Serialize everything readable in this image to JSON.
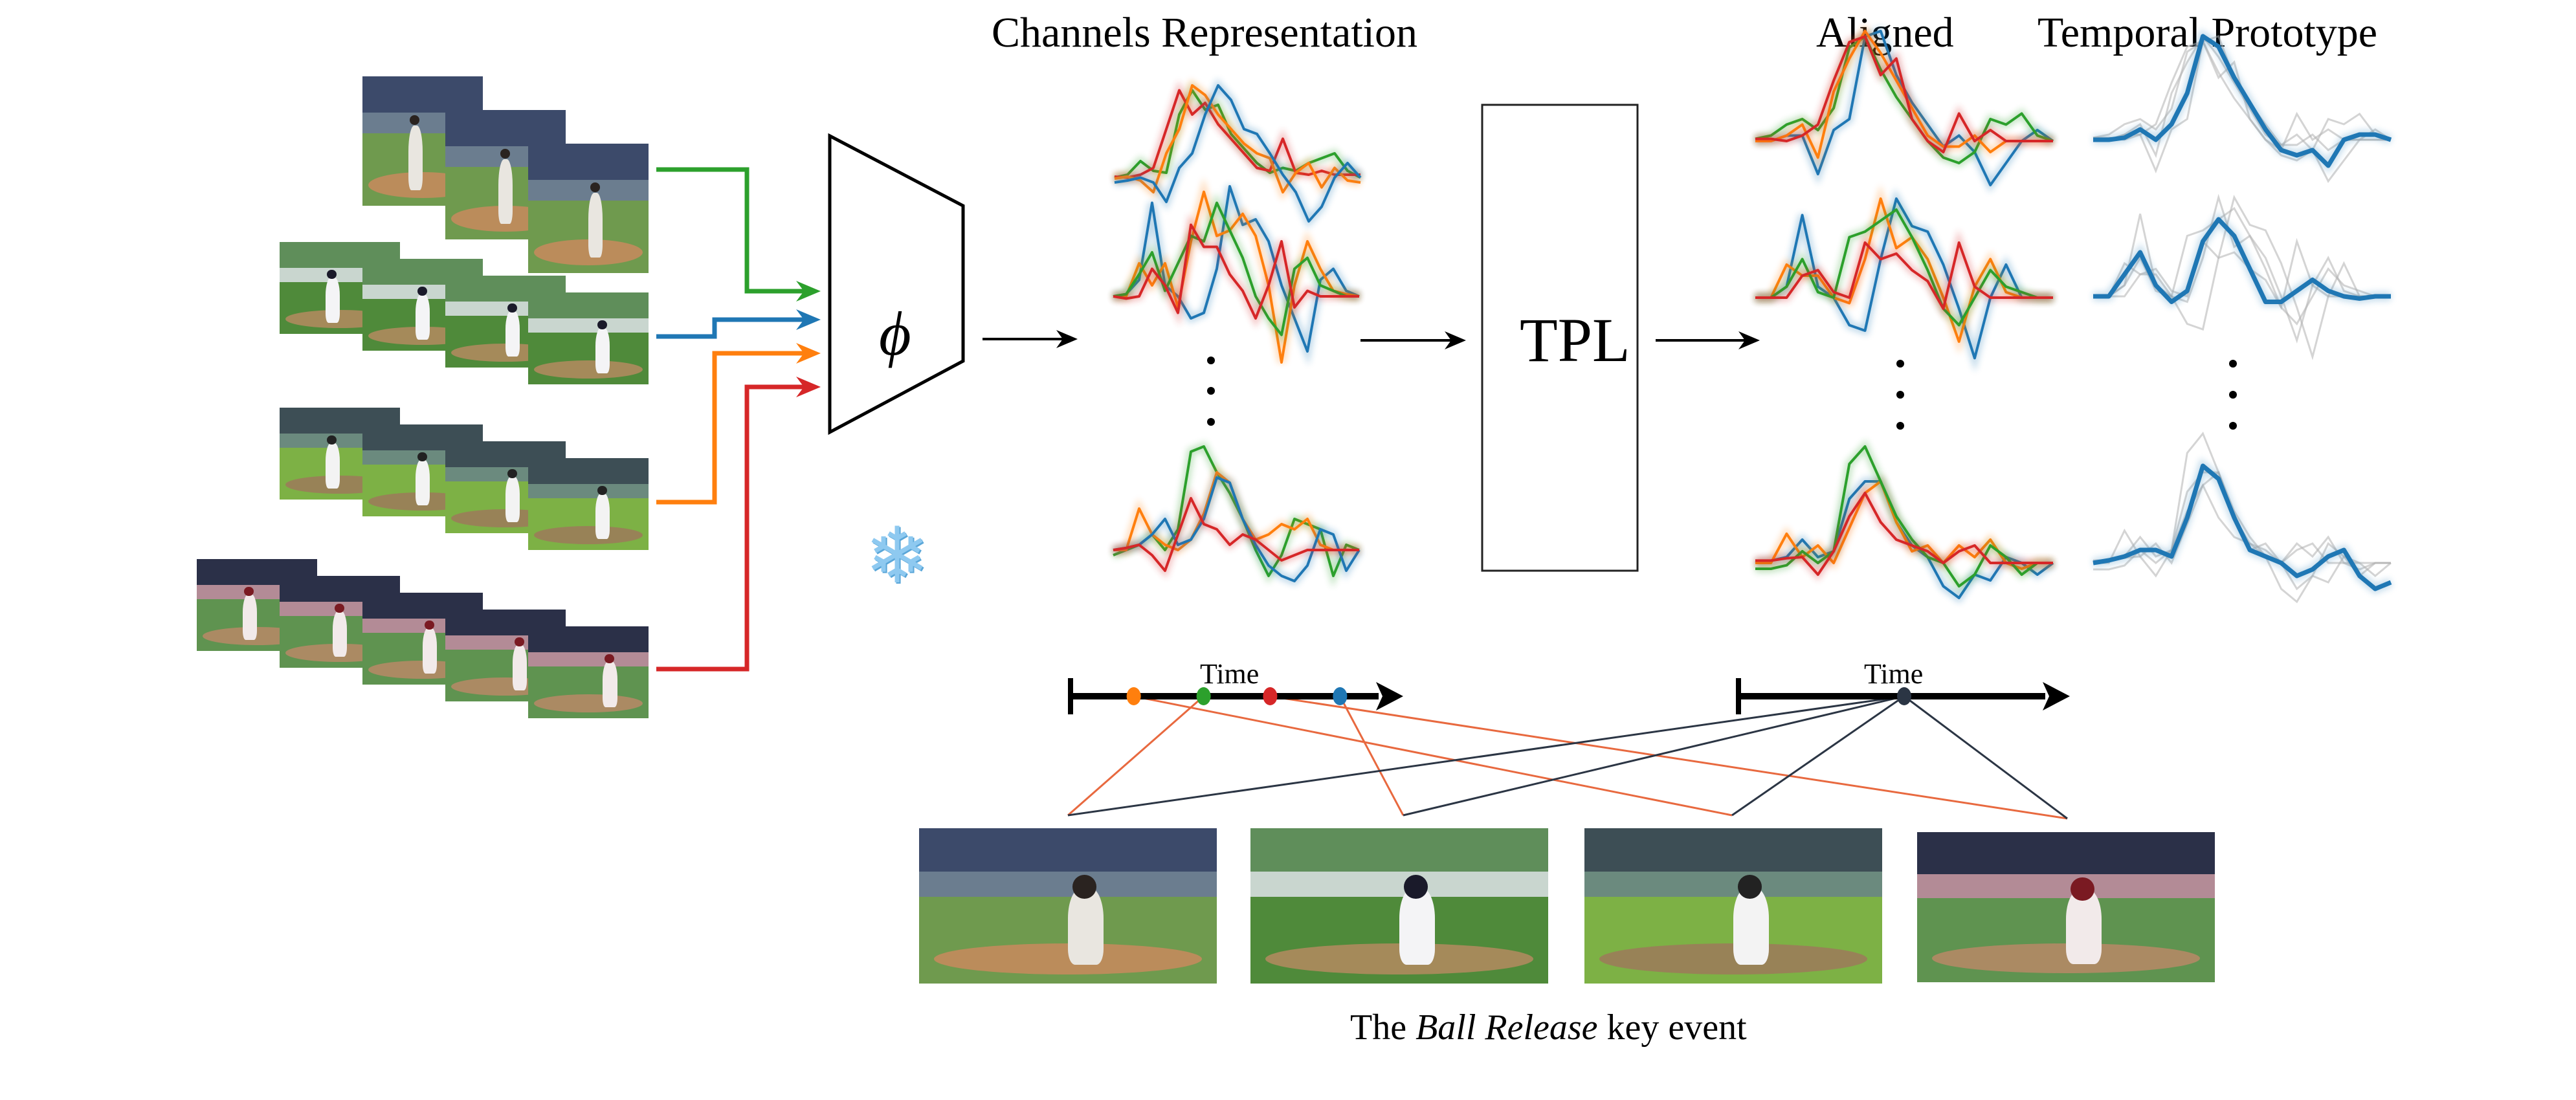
{
  "titles": {
    "channels": "Channels Representation",
    "aligned": "Aligned",
    "prototype": "Temporal Prototype"
  },
  "encoder": {
    "symbol": "ϕ",
    "frozen_icon": "snowflake-icon",
    "frozen_glyph": "❄"
  },
  "module": {
    "label": "TPL"
  },
  "timelines": {
    "left_label": "Time",
    "right_label": "Time"
  },
  "caption": {
    "prefix": "The ",
    "emphasis": "Ball Release",
    "suffix": " key event"
  },
  "colors": {
    "green": "#2ca02c",
    "blue": "#1f77b4",
    "orange": "#ff7f0e",
    "red": "#d62728",
    "prototype": "#1f77b4",
    "prototype_faint": "#b0b0b0",
    "link_orange": "#e8693f",
    "link_dark": "#2b3544",
    "anchor_dark": "#2b3544"
  },
  "input_videos": [
    {
      "id": "video-1",
      "stream_color": "green",
      "frames": 3,
      "scene": "practice-field"
    },
    {
      "id": "video-2",
      "stream_color": "blue",
      "frames": 4,
      "scene": "bullpen-day"
    },
    {
      "id": "video-3",
      "stream_color": "orange",
      "frames": 4,
      "scene": "bullpen-evening"
    },
    {
      "id": "video-4",
      "stream_color": "red",
      "frames": 5,
      "scene": "stadium-broadcast"
    }
  ],
  "key_event_frames": [
    {
      "id": "video-1-release",
      "scene": "practice-field"
    },
    {
      "id": "video-2-release",
      "scene": "bullpen-day"
    },
    {
      "id": "video-3-release",
      "scene": "bullpen-evening"
    },
    {
      "id": "video-4-release",
      "scene": "stadium-broadcast"
    }
  ],
  "left_timeline_markers": [
    {
      "color": "orange",
      "t": 0.19
    },
    {
      "color": "green",
      "t": 0.4
    },
    {
      "color": "red",
      "t": 0.6
    },
    {
      "color": "blue",
      "t": 0.81
    }
  ],
  "right_timeline_marker": {
    "color": "anchor_dark",
    "t": 0.5
  },
  "ellipsis": "⋮",
  "chart_data": {
    "type": "line",
    "title": "Channels Representation / Aligned / Temporal Prototype",
    "xlabel": "Time",
    "ylabel": "",
    "note": "Schematic per-channel activation curves for four videos; values are normalized (0-1), read approximately from the figure.",
    "channels_raw": [
      {
        "name": "channel-1",
        "series": [
          {
            "name": "green",
            "values": [
              0.05,
              0.08,
              0.22,
              0.12,
              0.1,
              0.7,
              0.95,
              0.75,
              0.8,
              0.5,
              0.35,
              0.2,
              0.1,
              0.15,
              0.12,
              0.2,
              0.25,
              0.3,
              0.12,
              0.05
            ]
          },
          {
            "name": "red",
            "values": [
              0.06,
              0.05,
              0.08,
              0.15,
              0.55,
              0.95,
              0.7,
              0.82,
              0.6,
              0.45,
              0.3,
              0.15,
              0.12,
              0.45,
              0.1,
              0.08,
              0.12,
              0.08,
              0.08,
              0.08
            ]
          },
          {
            "name": "orange",
            "values": [
              0.04,
              0.06,
              0.02,
              -0.1,
              0.3,
              0.55,
              1.0,
              0.9,
              0.7,
              0.55,
              0.4,
              0.3,
              0.25,
              -0.1,
              0.1,
              0.2,
              -0.05,
              0.15,
              0.02,
              0.0
            ]
          },
          {
            "name": "blue",
            "values": [
              0.0,
              0.02,
              0.05,
              0.0,
              -0.2,
              0.15,
              0.3,
              0.7,
              1.0,
              0.85,
              0.55,
              0.5,
              0.3,
              0.08,
              -0.1,
              -0.4,
              -0.25,
              0.05,
              0.2,
              0.05
            ]
          }
        ]
      },
      {
        "name": "channel-2",
        "series": [
          {
            "name": "blue",
            "values": [
              0.0,
              0.02,
              0.15,
              0.85,
              0.1,
              0.0,
              -0.2,
              -0.15,
              0.25,
              1.0,
              0.65,
              0.7,
              0.5,
              0.1,
              -0.2,
              -0.5,
              0.15,
              0.25,
              0.05,
              0.0
            ]
          },
          {
            "name": "orange",
            "values": [
              0.0,
              0.0,
              0.3,
              0.1,
              0.3,
              -0.1,
              0.5,
              0.95,
              0.55,
              0.6,
              0.75,
              0.55,
              0.1,
              -0.6,
              0.1,
              0.5,
              0.25,
              0.05,
              0.02,
              0.0
            ]
          },
          {
            "name": "green",
            "values": [
              0.0,
              0.02,
              0.2,
              0.4,
              0.05,
              0.3,
              0.55,
              0.5,
              0.85,
              0.6,
              0.35,
              0.0,
              -0.2,
              -0.35,
              0.25,
              0.35,
              0.1,
              0.05,
              0.0,
              0.0
            ]
          },
          {
            "name": "red",
            "values": [
              0.0,
              -0.02,
              0.0,
              0.25,
              0.1,
              -0.15,
              0.65,
              0.45,
              0.45,
              0.2,
              0.05,
              -0.2,
              0.1,
              0.5,
              -0.1,
              0.05,
              0.0,
              0.0,
              0.0,
              0.0
            ]
          }
        ]
      },
      {
        "name": "channel-N",
        "series": [
          {
            "name": "green",
            "values": [
              -0.05,
              0.0,
              0.05,
              0.15,
              0.0,
              0.2,
              0.95,
              1.0,
              0.75,
              0.55,
              0.3,
              0.0,
              -0.25,
              -0.05,
              0.3,
              0.25,
              0.2,
              -0.25,
              0.05,
              0.0
            ]
          },
          {
            "name": "orange",
            "values": [
              0.0,
              0.0,
              0.4,
              0.15,
              0.05,
              0.0,
              0.1,
              0.35,
              0.75,
              0.65,
              0.3,
              0.1,
              0.15,
              0.25,
              0.2,
              0.3,
              0.05,
              0.0,
              0.0,
              0.0
            ]
          },
          {
            "name": "blue",
            "values": [
              0.0,
              0.02,
              0.05,
              0.15,
              0.3,
              0.05,
              0.1,
              0.3,
              0.7,
              0.65,
              0.3,
              0.05,
              -0.15,
              -0.25,
              -0.3,
              -0.15,
              0.2,
              0.15,
              -0.2,
              0.0
            ]
          },
          {
            "name": "red",
            "values": [
              0.0,
              0.02,
              0.05,
              -0.05,
              -0.2,
              0.15,
              0.5,
              0.25,
              0.2,
              0.05,
              0.15,
              0.1,
              0.0,
              -0.1,
              -0.05,
              0.0,
              0.0,
              0.0,
              0.0,
              0.0
            ]
          }
        ]
      }
    ],
    "channels_aligned": [
      {
        "name": "channel-1",
        "series": [
          {
            "name": "blue",
            "values": [
              0.0,
              0.0,
              0.05,
              0.05,
              -0.3,
              0.1,
              0.2,
              0.95,
              1.0,
              0.6,
              0.35,
              0.15,
              -0.05,
              0.05,
              -0.1,
              -0.4,
              -0.2,
              0.0,
              0.1,
              0.0
            ]
          },
          {
            "name": "green",
            "values": [
              0.02,
              0.05,
              0.15,
              0.2,
              0.1,
              0.3,
              0.85,
              0.95,
              0.65,
              0.4,
              0.2,
              0.0,
              -0.15,
              -0.2,
              -0.1,
              0.2,
              0.15,
              0.25,
              0.05,
              0.0
            ]
          },
          {
            "name": "orange",
            "values": [
              0.0,
              0.0,
              0.05,
              0.15,
              -0.15,
              0.45,
              0.75,
              1.0,
              0.8,
              0.55,
              0.3,
              0.05,
              -0.05,
              -0.05,
              0.05,
              -0.1,
              0.0,
              0.0,
              0.0,
              0.0
            ]
          },
          {
            "name": "red",
            "values": [
              0.02,
              0.02,
              0.0,
              0.05,
              0.15,
              0.55,
              0.9,
              0.95,
              0.6,
              0.75,
              0.2,
              0.0,
              -0.1,
              0.25,
              0.0,
              0.1,
              0.0,
              0.0,
              0.0,
              0.0
            ]
          }
        ]
      },
      {
        "name": "channel-2",
        "series": [
          {
            "name": "blue",
            "values": [
              0.0,
              0.0,
              0.1,
              0.75,
              0.1,
              0.0,
              -0.25,
              -0.3,
              0.35,
              0.9,
              0.65,
              0.6,
              0.3,
              -0.1,
              -0.55,
              0.0,
              0.3,
              0.0,
              0.0,
              0.0
            ]
          },
          {
            "name": "orange",
            "values": [
              0.0,
              0.0,
              0.3,
              0.2,
              0.2,
              0.0,
              -0.05,
              0.35,
              0.9,
              0.45,
              0.55,
              0.35,
              0.0,
              -0.4,
              0.1,
              0.35,
              0.05,
              0.0,
              0.0,
              0.0
            ]
          },
          {
            "name": "green",
            "values": [
              0.0,
              0.0,
              0.1,
              0.35,
              0.05,
              0.0,
              0.55,
              0.6,
              0.7,
              0.8,
              0.55,
              0.25,
              -0.1,
              -0.25,
              0.0,
              0.25,
              0.1,
              0.05,
              0.0,
              0.0
            ]
          },
          {
            "name": "red",
            "values": [
              0.0,
              0.0,
              0.0,
              0.2,
              0.25,
              0.05,
              0.0,
              0.5,
              0.35,
              0.4,
              0.25,
              0.15,
              -0.1,
              0.5,
              0.1,
              0.0,
              0.0,
              0.0,
              0.0,
              0.0
            ]
          }
        ]
      },
      {
        "name": "channel-N",
        "series": [
          {
            "name": "blue",
            "values": [
              0.0,
              0.02,
              0.05,
              0.2,
              0.05,
              0.1,
              0.55,
              0.7,
              0.7,
              0.35,
              0.15,
              0.05,
              -0.2,
              -0.3,
              -0.1,
              -0.15,
              0.05,
              0.0,
              -0.1,
              0.0
            ]
          },
          {
            "name": "orange",
            "values": [
              0.0,
              0.0,
              0.25,
              0.05,
              0.15,
              0.0,
              0.3,
              0.6,
              0.7,
              0.35,
              0.1,
              0.15,
              0.0,
              0.15,
              0.05,
              0.2,
              0.0,
              -0.05,
              0.0,
              0.0
            ]
          },
          {
            "name": "green",
            "values": [
              -0.05,
              -0.05,
              -0.02,
              0.1,
              0.0,
              0.1,
              0.85,
              1.0,
              0.7,
              0.4,
              0.2,
              0.05,
              0.0,
              -0.2,
              -0.1,
              0.15,
              0.05,
              -0.1,
              0.0,
              0.0
            ]
          },
          {
            "name": "red",
            "values": [
              0.02,
              0.02,
              0.04,
              0.05,
              -0.1,
              0.1,
              0.4,
              0.6,
              0.35,
              0.2,
              0.15,
              0.1,
              0.0,
              0.1,
              0.15,
              0.0,
              0.0,
              0.0,
              0.0,
              0.0
            ]
          }
        ]
      }
    ],
    "prototypes": [
      {
        "name": "channel-1",
        "values": [
          0.0,
          0.0,
          0.02,
          0.1,
          0.0,
          0.15,
          0.45,
          1.0,
          0.9,
          0.6,
          0.35,
          0.1,
          -0.1,
          -0.15,
          -0.1,
          -0.25,
          0.0,
          0.05,
          0.05,
          0.0
        ]
      },
      {
        "name": "channel-2",
        "values": [
          0.0,
          0.0,
          0.2,
          0.4,
          0.1,
          -0.05,
          0.05,
          0.5,
          0.7,
          0.55,
          0.25,
          -0.05,
          -0.05,
          0.05,
          0.15,
          0.05,
          0.0,
          -0.02,
          0.0,
          0.0
        ]
      },
      {
        "name": "channel-N",
        "values": [
          0.0,
          0.02,
          0.05,
          0.1,
          0.1,
          0.05,
          0.35,
          0.75,
          0.65,
          0.35,
          0.1,
          0.05,
          0.0,
          -0.1,
          -0.05,
          0.05,
          0.1,
          -0.1,
          -0.2,
          -0.15
        ]
      }
    ]
  }
}
